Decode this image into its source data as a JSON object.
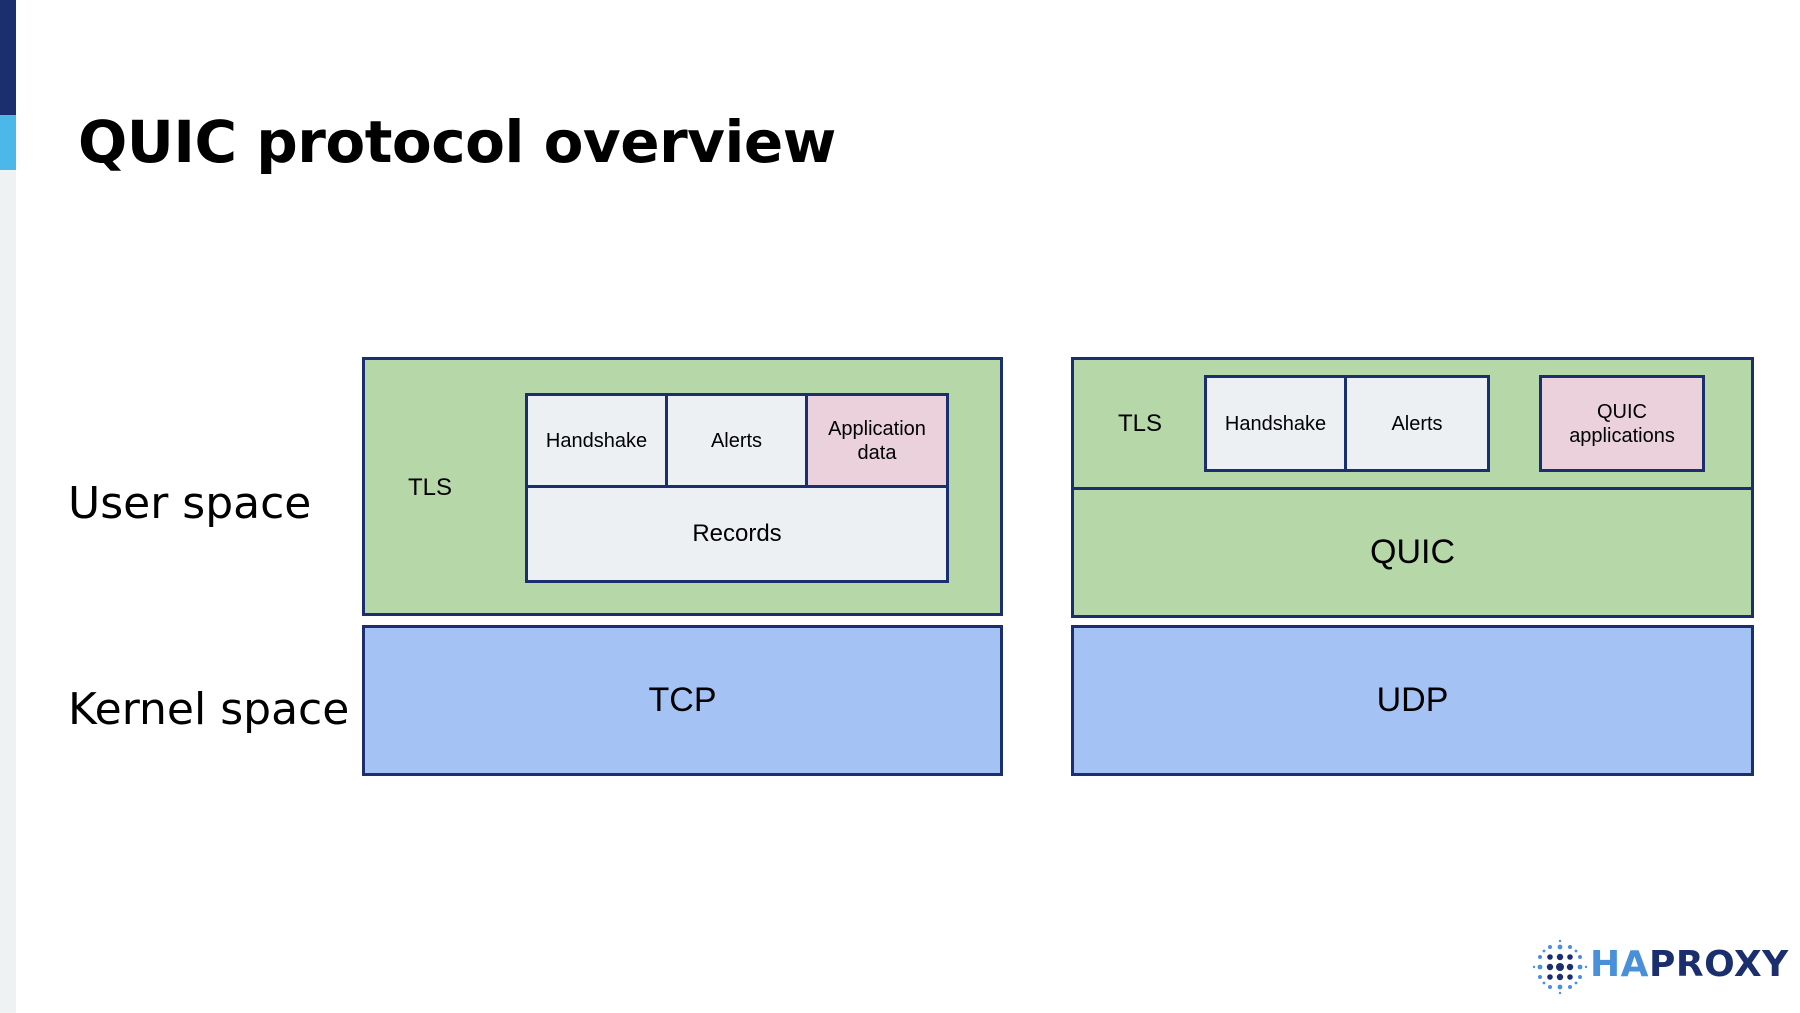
{
  "title": "QUIC protocol overview",
  "labels": {
    "user_space": "User space",
    "kernel_space": "Kernel space"
  },
  "tcp_stack": {
    "tls": "TLS",
    "handshake": "Handshake",
    "alerts": "Alerts",
    "application_data": "Application data",
    "records": "Records",
    "tcp": "TCP"
  },
  "quic_stack": {
    "tls": "TLS",
    "handshake": "Handshake",
    "alerts": "Alerts",
    "quic_applications": "QUIC applications",
    "quic": "QUIC",
    "udp": "UDP"
  },
  "logo": {
    "ha": "HA",
    "proxy": "PROXY",
    "icon": "haproxy-dot-grid-icon"
  },
  "colors": {
    "border": "#1b2f6e",
    "green": "#b6d7a8",
    "blue": "#a4c2f4",
    "light": "#ecf0f3",
    "pink": "#ead1dc",
    "accent_dark": "#1b2f6e",
    "accent_light": "#4cb8ea"
  }
}
